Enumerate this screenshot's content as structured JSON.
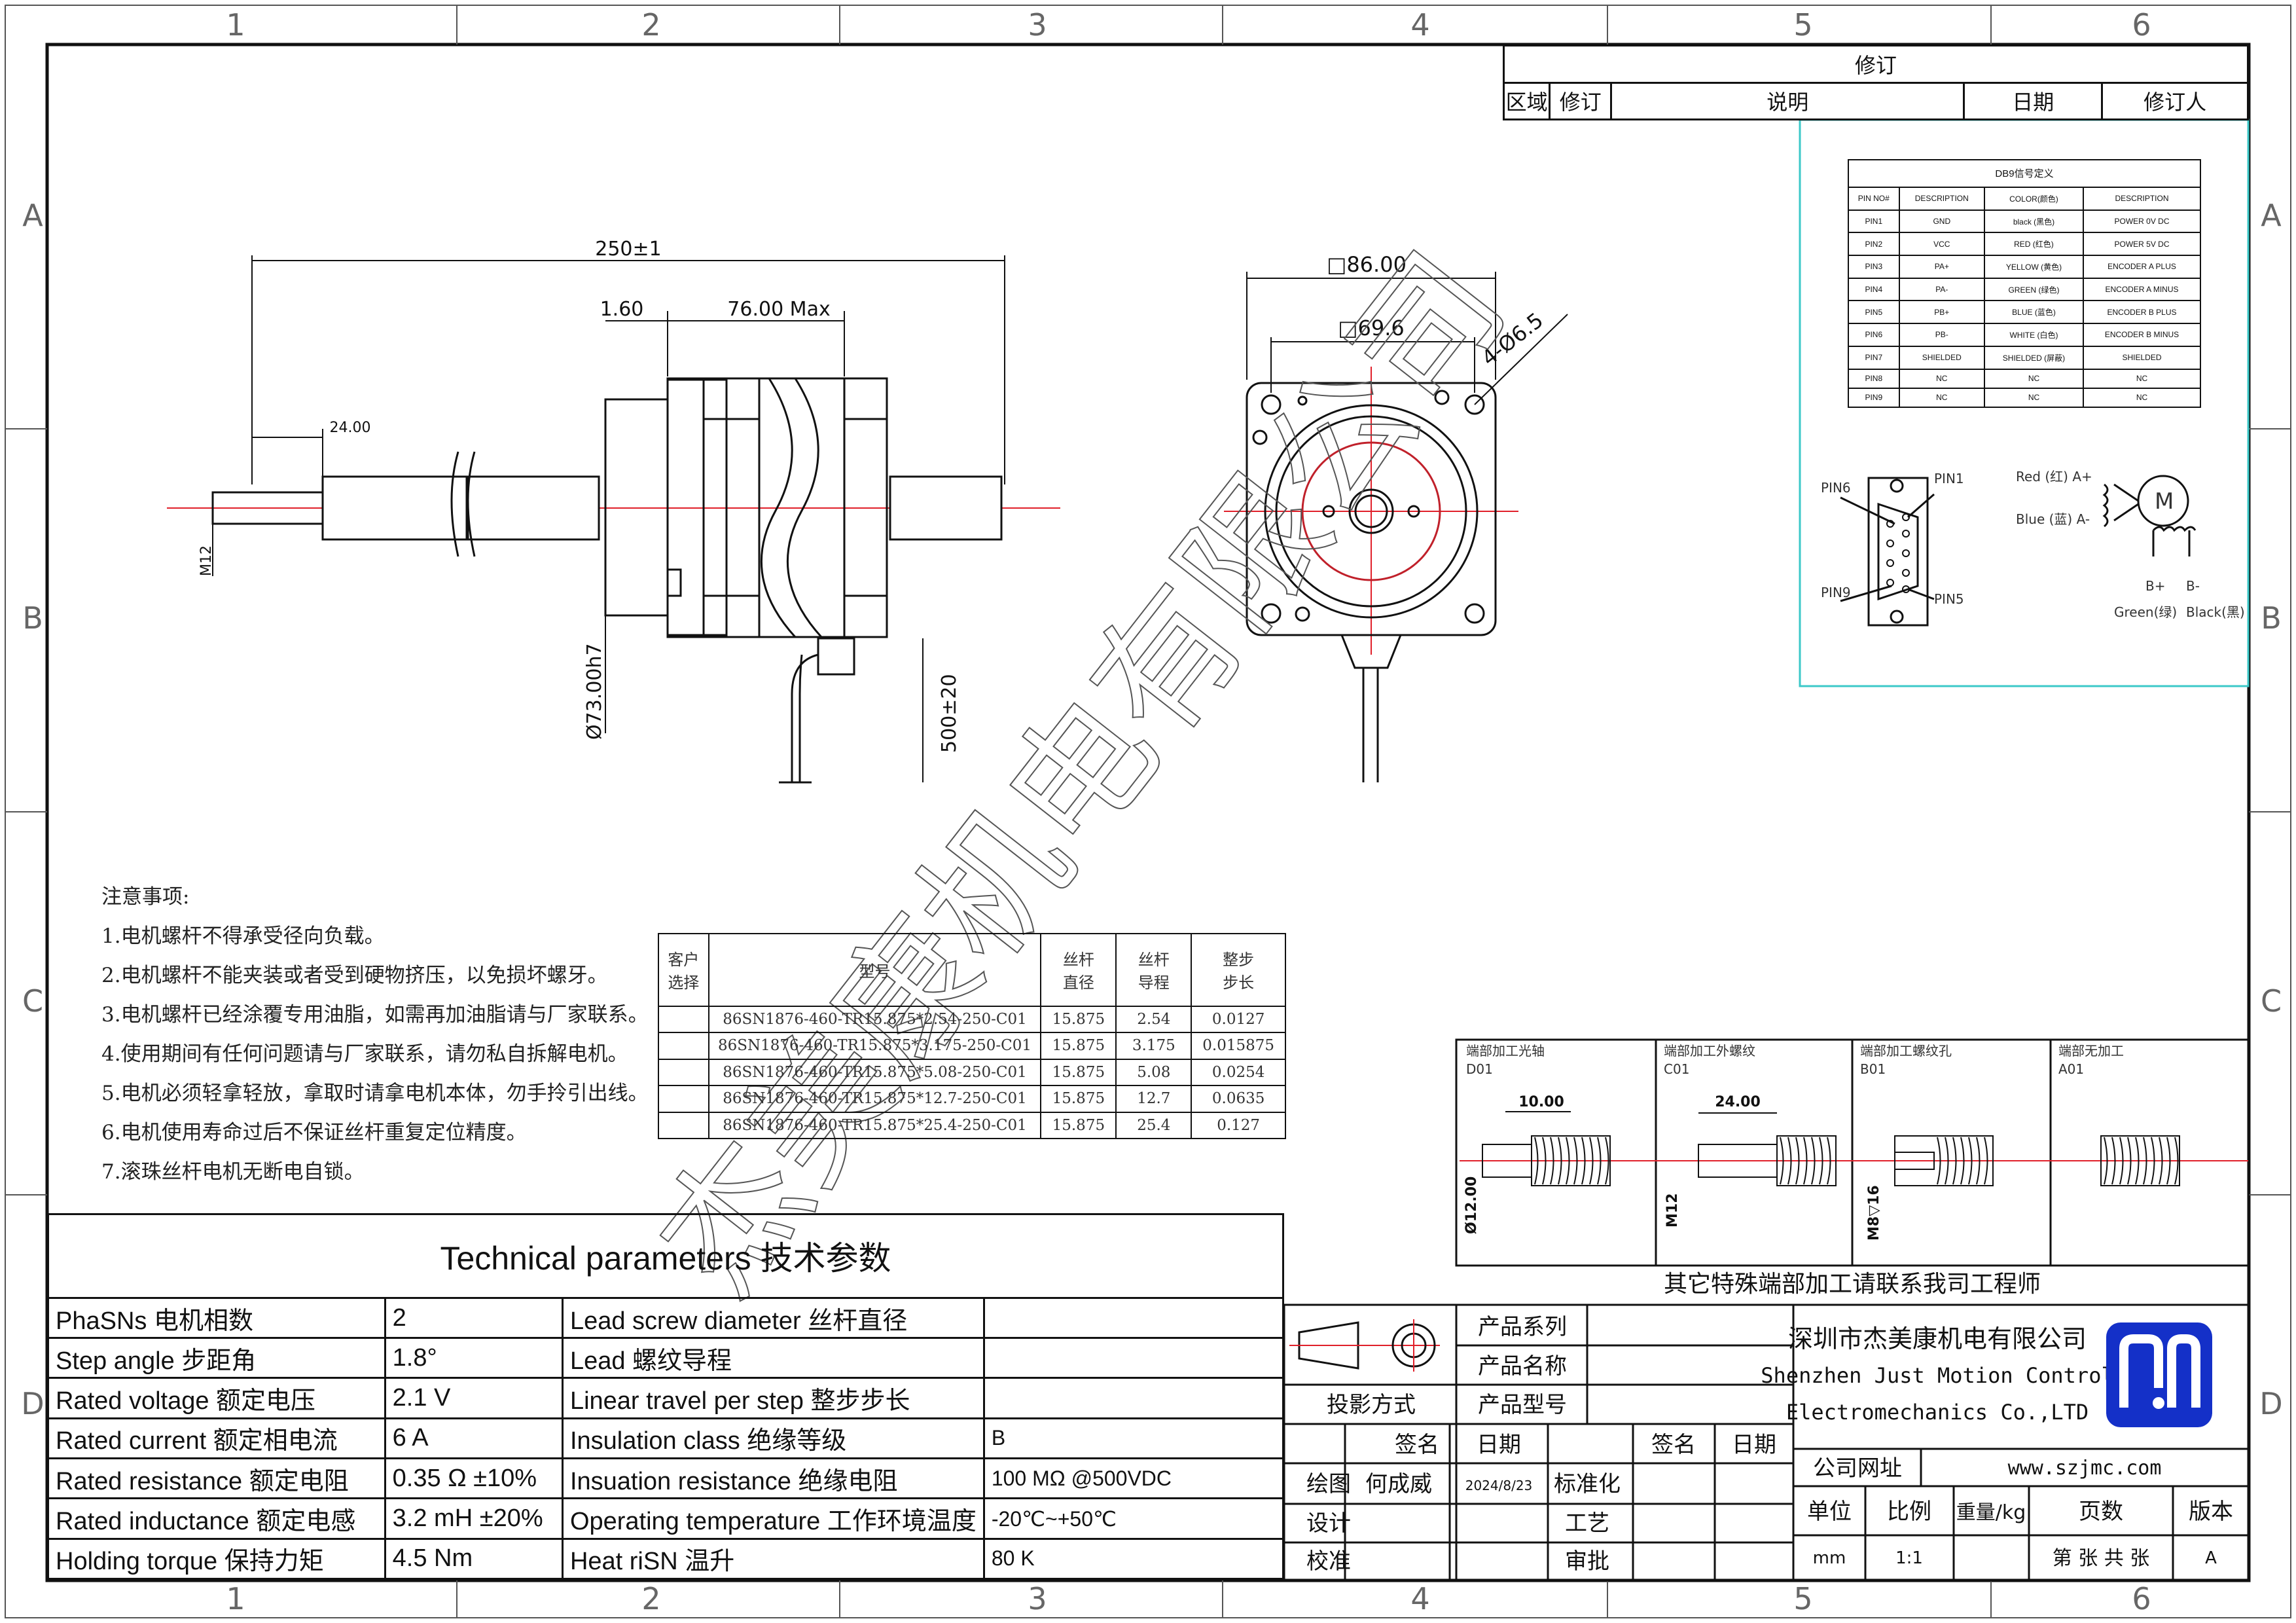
{
  "grid": {
    "columns": [
      "1",
      "2",
      "3",
      "4",
      "5",
      "6"
    ],
    "rows": [
      "A",
      "B",
      "C",
      "D"
    ]
  },
  "revision": {
    "title": "修订",
    "headers": [
      "区域",
      "修订",
      "说明",
      "日期",
      "修订人"
    ]
  },
  "dims": {
    "total_length": "250±1",
    "d160": "1.60",
    "body_len": "76.00  Max",
    "d24": "24.00",
    "m12": "M12",
    "pilot": "Ø73.00h7",
    "lead": "500±20",
    "square": "□86.00",
    "holes": "□69.6",
    "mount": "4-Ø6.5"
  },
  "db9": {
    "title": "DB9信号定义",
    "headers": [
      "PIN NO#",
      "DESCRIPTION",
      "COLOR(颜色)",
      "DESCRIPTION"
    ],
    "rows": [
      [
        "PIN1",
        "GND",
        "black (黑色)",
        "POWER 0V DC"
      ],
      [
        "PIN2",
        "VCC",
        "RED (红色)",
        "POWER 5V DC"
      ],
      [
        "PIN3",
        "PA+",
        "YELLOW (黄色)",
        "ENCODER A PLUS"
      ],
      [
        "PIN4",
        "PA-",
        "GREEN (绿色)",
        "ENCODER A MINUS"
      ],
      [
        "PIN5",
        "PB+",
        "BLUE (蓝色)",
        "ENCODER B PLUS"
      ],
      [
        "PIN6",
        "PB-",
        "WHITE (白色)",
        "ENCODER B MINUS"
      ],
      [
        "PIN7",
        "SHIELDED",
        "SHIELDED (屏蔽)",
        "SHIELDED"
      ],
      [
        "PIN8",
        "NC",
        "NC",
        "NC"
      ],
      [
        "PIN9",
        "NC",
        "NC",
        "NC"
      ]
    ],
    "pins": {
      "pin6": "PIN6",
      "pin1": "PIN1",
      "pin9": "PIN9",
      "pin5": "PIN5"
    },
    "wiring": {
      "red": "Red (红) A+",
      "blue": "Blue (蓝) A-",
      "motor": "M",
      "bplus": "B+",
      "bminus": "B-",
      "green": "Green(绿)",
      "black": "Black(黑)"
    }
  },
  "notes": {
    "title": "注意事项:",
    "items": [
      "1.电机螺杆不得承受径向负载。",
      "2.电机螺杆不能夹装或者受到硬物挤压，以免损坏螺牙。",
      "3.电机螺杆已经涂覆专用油脂，如需再加油脂请与厂家联系。",
      "4.使用期间有任何问题请与厂家联系，请勿私自拆解电机。",
      "5.电机必须轻拿轻放，拿取时请拿电机本体，勿手拎引出线。",
      "6.电机使用寿命过后不保证丝杆重复定位精度。",
      "7.滚珠丝杆电机无断电自锁。"
    ]
  },
  "models": {
    "headers": [
      "客户\n选择",
      "型号",
      "丝杆\n直径",
      "丝杆\n导程",
      "整步\n步长"
    ],
    "rows": [
      [
        "",
        "86SN1876-460-TR15.875*2.54-250-C01",
        "15.875",
        "2.54",
        "0.0127"
      ],
      [
        "",
        "86SN1876-460-TR15.875*3.175-250-C01",
        "15.875",
        "3.175",
        "0.015875"
      ],
      [
        "",
        "86SN1876-460-TR15.875*5.08-250-C01",
        "15.875",
        "5.08",
        "0.0254"
      ],
      [
        "",
        "86SN1876-460-TR15.875*12.7-250-C01",
        "15.875",
        "12.7",
        "0.0635"
      ],
      [
        "",
        "86SN1876-460-TR15.875*25.4-250-C01",
        "15.875",
        "25.4",
        "0.127"
      ]
    ]
  },
  "ends": {
    "panels": [
      {
        "title": "端部加工光轴",
        "code": "D01",
        "dim": "10.00",
        "dia": "Ø12.00"
      },
      {
        "title": "端部加工外螺纹",
        "code": "C01",
        "dim": "24.00",
        "dia": "M12"
      },
      {
        "title": "端部加工螺纹孔",
        "code": "B01",
        "dim": "",
        "dia": "M8▽16"
      },
      {
        "title": "端部无加工",
        "code": "A01",
        "dim": "",
        "dia": ""
      }
    ],
    "footer": "其它特殊端部加工请联系我司工程师"
  },
  "tech": {
    "title": "Technical parameters 技术参数",
    "rows": [
      [
        "PhaSNs 电机相数",
        "2",
        "Lead screw diameter 丝杆直径",
        ""
      ],
      [
        "Step angle 步距角",
        "1.8°",
        "Lead 螺纹导程",
        ""
      ],
      [
        "Rated voltage 额定电压",
        "2.1 V",
        "Linear travel per step 整步步长",
        ""
      ],
      [
        "Rated current 额定相电流",
        "6 A",
        "Insulation class 绝缘等级",
        "B"
      ],
      [
        "Rated resistance 额定电阻",
        "0.35 Ω  ±10%",
        "Insuation resistance 绝缘电阻",
        "100 MΩ @500VDC"
      ],
      [
        "Rated inductance 额定电感",
        "3.2 mH ±20%",
        "Operating temperature 工作环境温度",
        "-20℃~+50℃"
      ],
      [
        "Holding torque 保持力矩",
        "4.5 Nm",
        "Heat riSN 温升",
        "80 K"
      ]
    ]
  },
  "title_block": {
    "projection": "投影方式",
    "series": "产品系列",
    "name": "产品名称",
    "model": "产品型号",
    "sign": "签名",
    "date": "日期",
    "drawn": "绘图",
    "drawn_by": "何成威",
    "drawn_date": "2024/8/23",
    "standard": "标准化",
    "design": "设计",
    "process": "工艺",
    "check": "校准",
    "approve": "审批",
    "company_cn": "深圳市杰美康机电有限公司",
    "company_en1": "Shenzhen Just Motion Control",
    "company_en2": "Electromechanics Co.,LTD",
    "website_label": "公司网址",
    "website": "www.szjmc.com",
    "unit_h": "单位",
    "scale_h": "比例",
    "weight_h": "重量/kg",
    "pages_h": "页数",
    "version_h": "版本",
    "unit": "mm",
    "scale": "1:1",
    "pages": "第 张 共 张",
    "version": "A"
  },
  "watermark": "杰美康机电有限公司",
  "colors": {
    "center_line": "#e0202a",
    "frame": "#111111",
    "db9_box": "#3cc8c8",
    "logo_blue": "#1430c8"
  }
}
